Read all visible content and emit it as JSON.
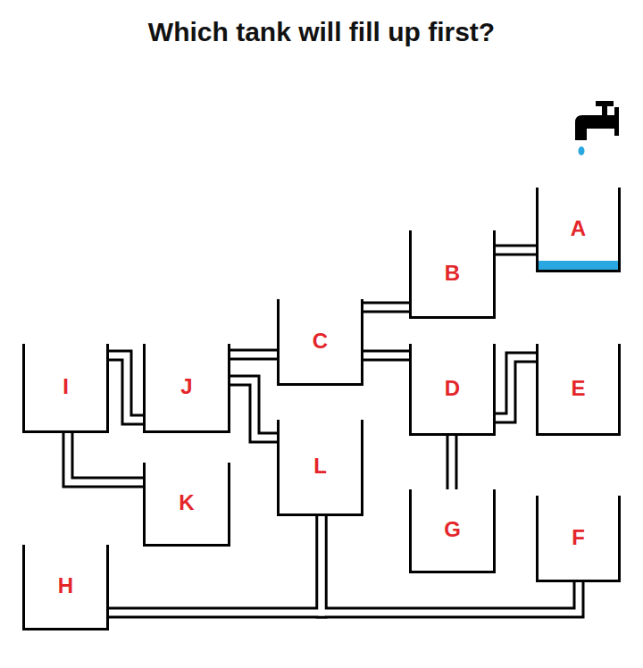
{
  "diagram": {
    "title": "Which tank will fill up first?",
    "nodes": [
      {
        "text": [
          "A"
        ]
      },
      {
        "text": [
          "B"
        ]
      },
      {
        "text": [
          "C"
        ]
      },
      {
        "text": [
          "I"
        ]
      },
      {
        "text": [
          "J"
        ]
      },
      {
        "text": [
          "D"
        ]
      },
      {
        "text": [
          "E"
        ]
      },
      {
        "text": [
          "L"
        ]
      },
      {
        "text": [
          "K"
        ]
      },
      {
        "text": [
          "G"
        ]
      },
      {
        "text": [
          "F"
        ]
      },
      {
        "text": [
          "H"
        ]
      }
    ],
    "edges": [
      {
        "from": 0,
        "to": 1,
        "arrow": "none"
      },
      {
        "from": 1,
        "to": 2,
        "arrow": "none"
      },
      {
        "from": 2,
        "to": 5,
        "arrow": "none"
      },
      {
        "from": 2,
        "to": 4,
        "arrow": "none"
      },
      {
        "from": 5,
        "to": 6,
        "arrow": "none"
      },
      {
        "from": 5,
        "to": 9,
        "arrow": "none"
      },
      {
        "from": 4,
        "to": 3,
        "arrow": "none"
      },
      {
        "from": 4,
        "to": 7,
        "arrow": "none"
      },
      {
        "from": 3,
        "to": 8,
        "arrow": "none"
      },
      {
        "from": 7,
        "to": 11,
        "arrow": "none"
      },
      {
        "from": 7,
        "to": 10,
        "arrow": "none"
      }
    ]
  }
}
